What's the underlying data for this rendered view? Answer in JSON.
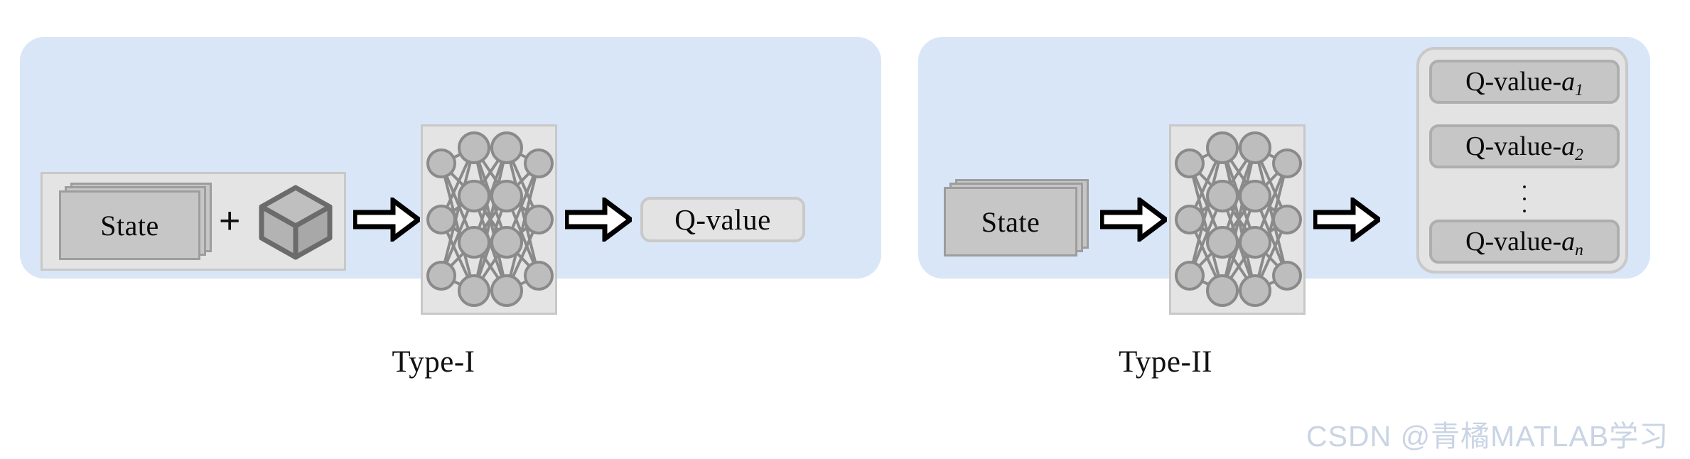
{
  "figure": {
    "watermark": "CSDN @青橘MATLAB学习"
  },
  "panels": [
    {
      "id": "type-1",
      "caption": "Type-I",
      "input_group": {
        "state_label": "State",
        "operator": "+",
        "extra_input_icon": "cube-icon"
      },
      "network": {
        "icon": "neural-network-icon",
        "layer_sizes": [
          3,
          4,
          4,
          3
        ]
      },
      "arrows": [
        "arrow-state-to-network",
        "arrow-network-to-output"
      ],
      "output": {
        "type": "single",
        "label": "Q-value"
      }
    },
    {
      "id": "type-2",
      "caption": "Type-II",
      "input_group": {
        "state_label": "State"
      },
      "network": {
        "icon": "neural-network-icon",
        "layer_sizes": [
          3,
          4,
          4,
          3
        ]
      },
      "arrows": [
        "arrow-state-to-network",
        "arrow-network-to-output"
      ],
      "output": {
        "type": "list",
        "items": [
          {
            "prefix": "Q-value-",
            "action": "a",
            "index": "1"
          },
          {
            "prefix": "Q-value-",
            "action": "a",
            "index": "2"
          },
          {
            "ellipsis": "vertical-dots"
          },
          {
            "prefix": "Q-value-",
            "action": "a",
            "index": "n"
          }
        ]
      }
    }
  ],
  "colors": {
    "panel_background": "#d8e6f8",
    "group_background": "#e4e4e4",
    "group_border": "#c8c8c8",
    "card_fill": "#c6c6c6",
    "card_border": "#9d9d9d",
    "node_fill": "#bdbdbd",
    "node_stroke": "#8a8a8a",
    "edge_stroke": "#8a8a8a",
    "arrow_fill": "#ffffff",
    "arrow_stroke": "#000000",
    "text": "#0a0a0a",
    "watermark": "#c9d4e4"
  }
}
